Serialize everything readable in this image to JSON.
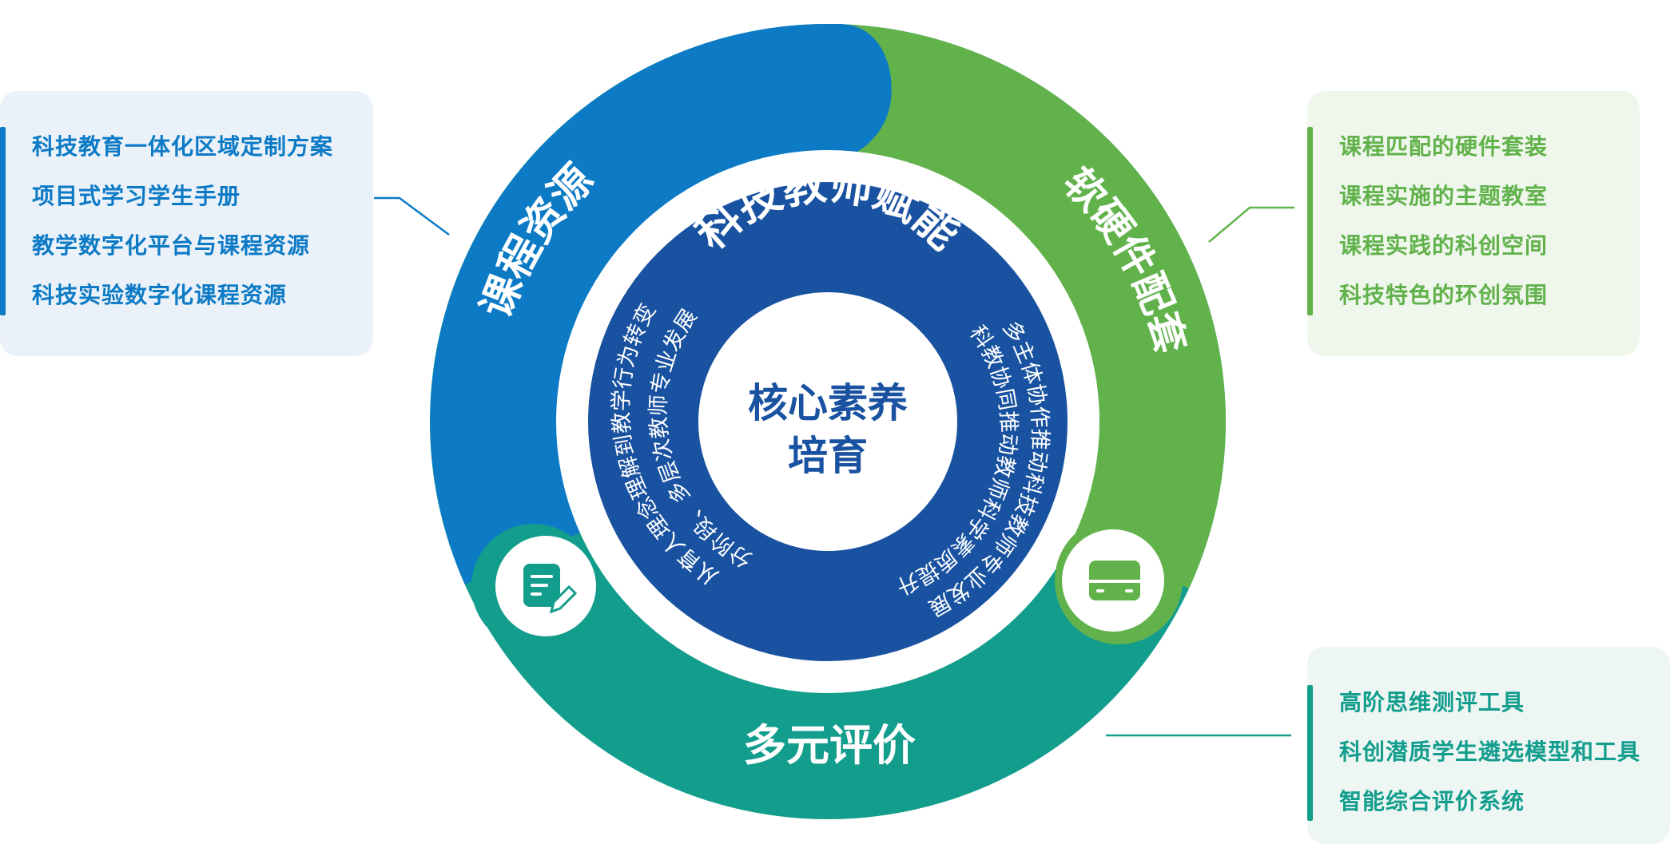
{
  "core": {
    "line1": "核心素养",
    "line2": "培育"
  },
  "inner_ring": {
    "title": "科技教师赋能",
    "left_arc_outer": "从育人理念理解到教学行为转变",
    "left_arc_inner": "分阶段、多层次教师专业发展",
    "right_arc_outer": "多主体协作推动科技教师专业发展",
    "right_arc_inner": "科教协同推动教师科学素质提升"
  },
  "outer_ring": {
    "left_label": "课程资源",
    "right_label": "软硬件配套",
    "bottom_label": "多元评价"
  },
  "panels": {
    "left_items": [
      "科技教育一体化区域定制方案",
      "项目式学习学生手册",
      "教学数字化平台与课程资源",
      "科技实验数字化课程资源"
    ],
    "right_top_items": [
      "课程匹配的硬件套装",
      "课程实施的主题教室",
      "课程实践的科创空间",
      "科技特色的环创氛围"
    ],
    "right_bottom_items": [
      "高阶思维测评工具",
      "科创潜质学生遴选模型和工具",
      "智能综合评价系统"
    ]
  },
  "icons": {
    "left_badge": "document-edit-icon",
    "right_badge": "hardware-device-icon"
  },
  "colors": {
    "blue": "#0c7ac5",
    "green": "#62b24c",
    "teal": "#129d8d",
    "navy": "#1952a0"
  }
}
